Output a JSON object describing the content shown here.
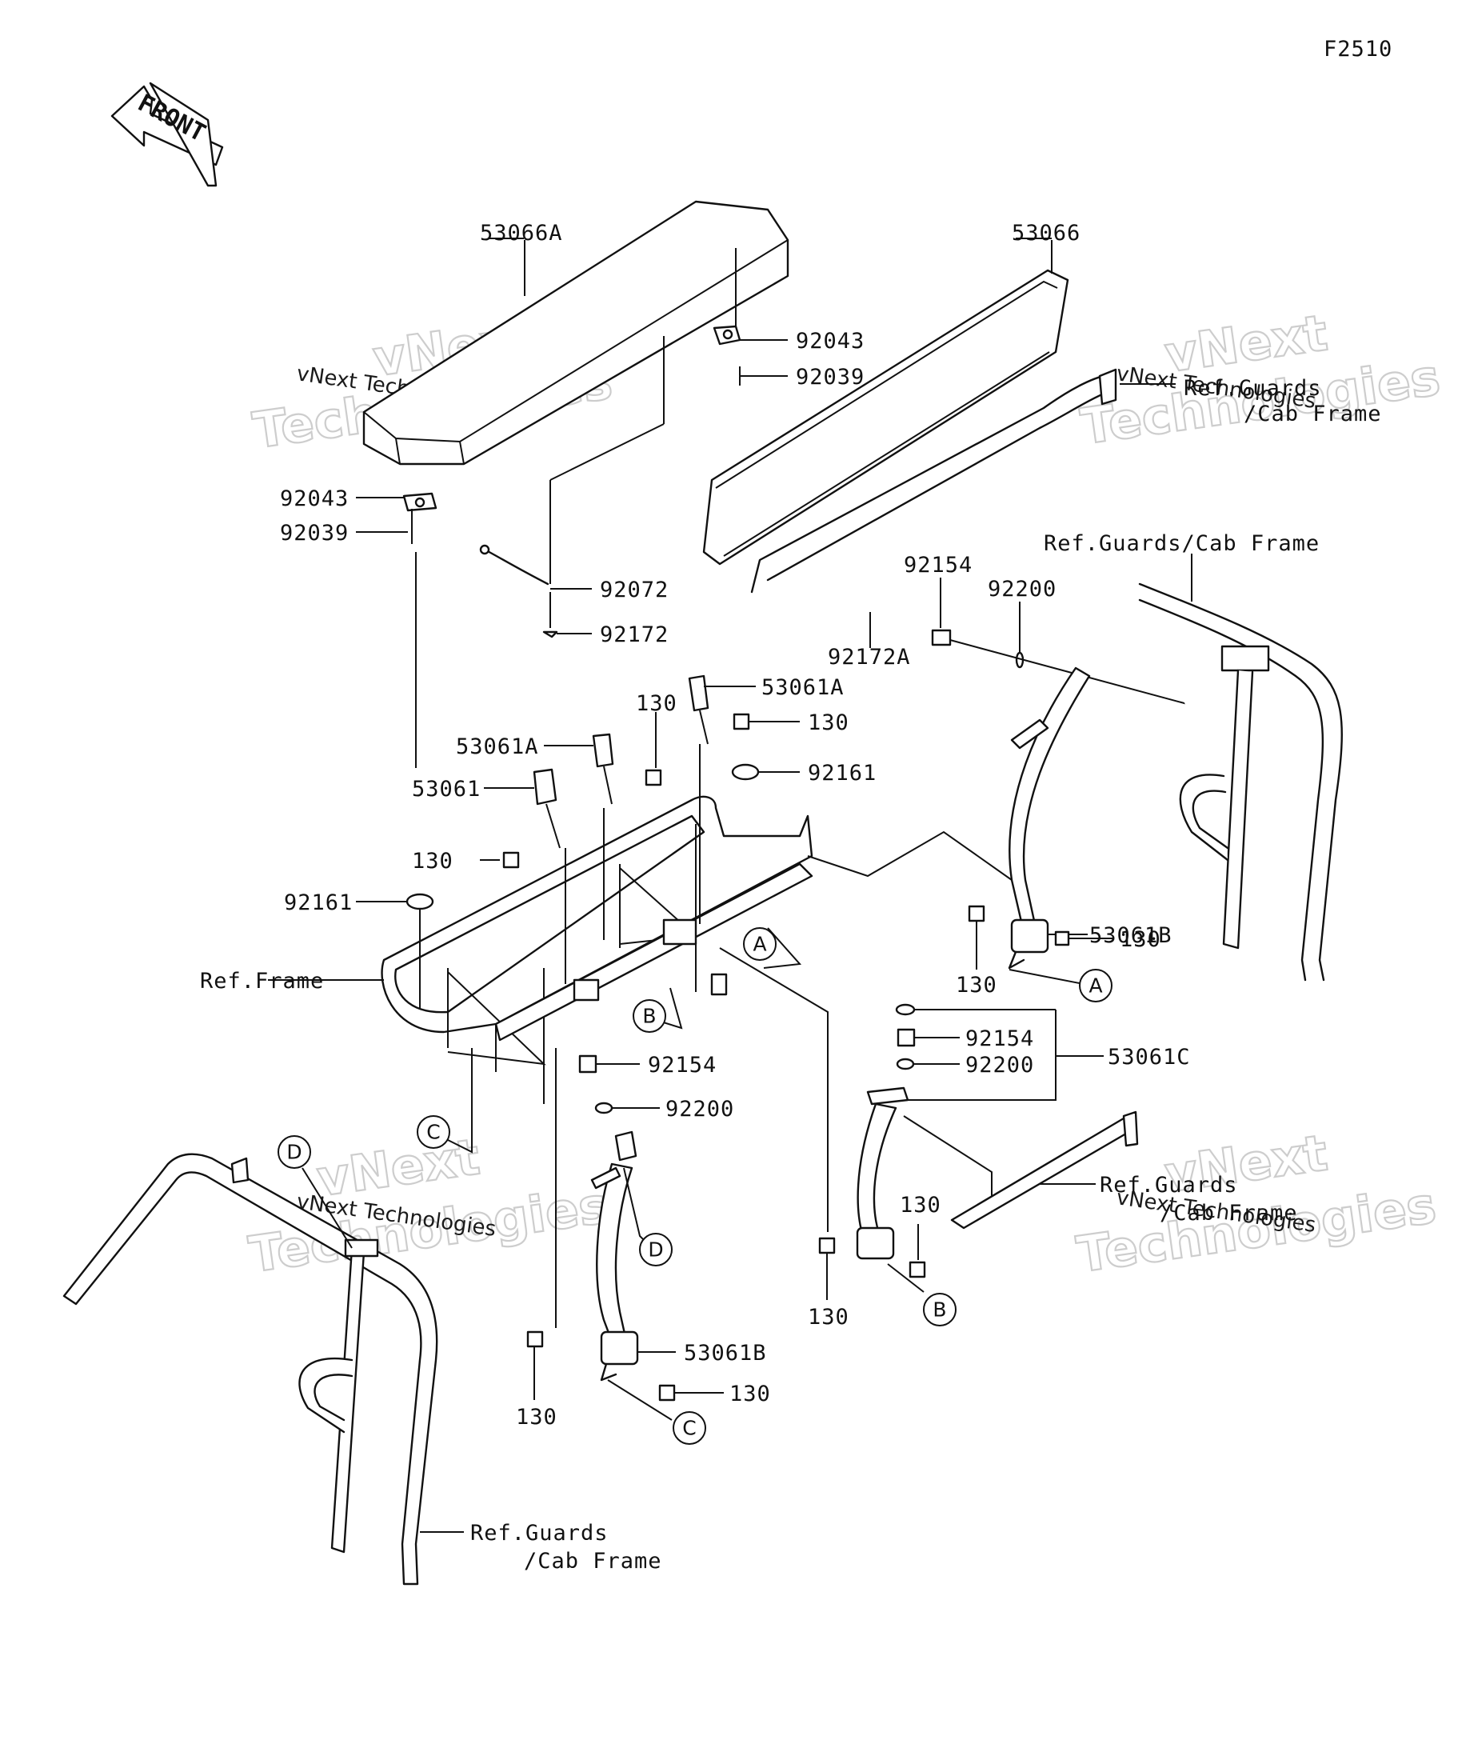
{
  "figure_id": "F2510",
  "front_arrow_label": "FRONT",
  "watermark": {
    "line1": "vNext Technologies",
    "big_top": "vNext",
    "big_bottom": "Technologies"
  },
  "callouts": {
    "p53066A": "53066A",
    "p53066": "53066",
    "p92043_top": "92043",
    "p92039_top": "92039",
    "p92043_left": "92043",
    "p92039_left": "92039",
    "p92072": "92072",
    "p92172": "92172",
    "p92172A": "92172A",
    "p92154_top": "92154",
    "p92200_top": "92200",
    "ref_guards_top_right": "Ref.Guards",
    "ref_cab_top_right": "/Cab Frame",
    "ref_guards_cab_right": "Ref.Guards/Cab Frame",
    "p53061A_right": "53061A",
    "p130_a": "130",
    "p130_b": "130",
    "p53061A_mid": "53061A",
    "p92161_right": "92161",
    "p53061": "53061",
    "p130_c": "130",
    "p92161_left": "92161",
    "ref_frame": "Ref.Frame",
    "p53061B_right": "53061B",
    "p130_d": "130",
    "p130_e": "130",
    "p92154_mid": "92154",
    "p92200_mid": "92200",
    "p92154_right": "92154",
    "p92200_right": "92200",
    "p53061C": "53061C",
    "ref_guards_mid_right": "Ref.Guards",
    "ref_cab_mid_right": "/Cab Frame",
    "p130_f": "130",
    "p130_g": "130",
    "p53061B_low": "53061B",
    "p130_h": "130",
    "p130_i": "130",
    "ref_guards_bottom": "Ref.Guards",
    "ref_cab_bottom": "/Cab Frame"
  },
  "reference_markers": {
    "A1": "A",
    "A2": "A",
    "B1": "B",
    "B2": "B",
    "C1": "C",
    "C2": "C",
    "D1": "D",
    "D2": "D"
  }
}
